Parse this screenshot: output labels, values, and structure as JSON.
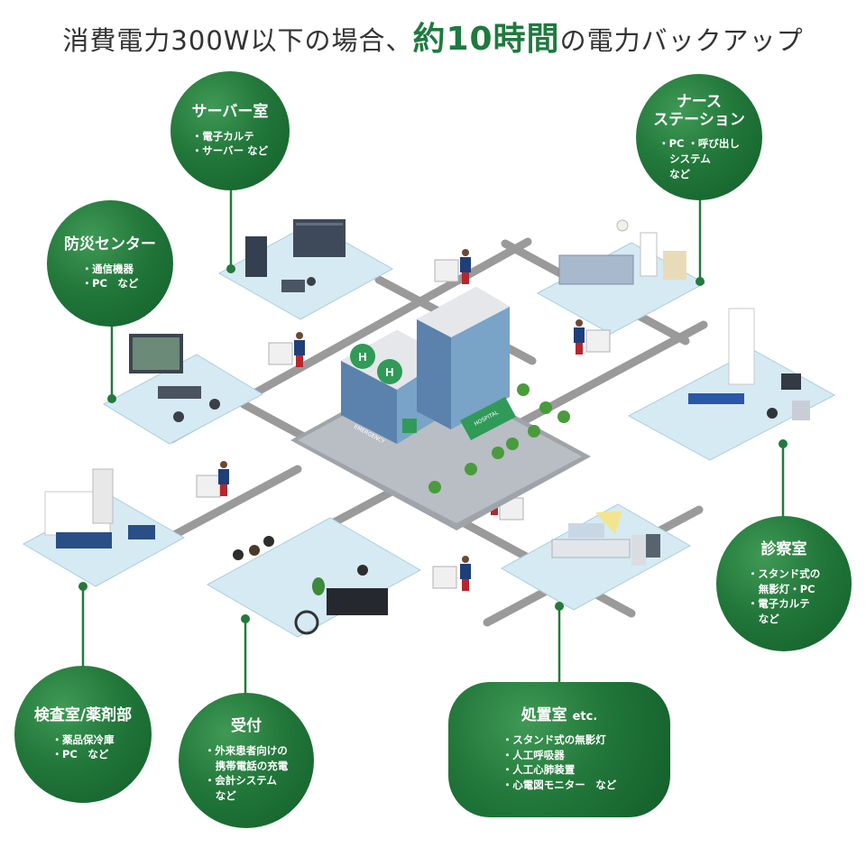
{
  "headline": {
    "prefix": "消費電力300W以下の場合、",
    "highlight": "約10時間",
    "suffix": "の電力バックアップ"
  },
  "colors": {
    "accent": "#1e7a3e",
    "platform": "#d6eaf3",
    "road": "#9a9a9a"
  },
  "hospital_signs": {
    "emergency": "EMERGENCY",
    "hospital": "HOSPITAL"
  },
  "nodes": [
    {
      "title": "サーバー室",
      "items": [
        "電子カルテ",
        "サーバー など"
      ]
    },
    {
      "title": "ナース\nステーション",
      "items": [
        "PC ・呼び出し",
        "システム",
        "など"
      ]
    },
    {
      "title": "防災センター",
      "items": [
        "通信機器",
        "PC　など"
      ]
    },
    {
      "title": "診察室",
      "items": [
        "スタンド式の",
        "無影灯・PC",
        "電子カルテ",
        "など"
      ]
    },
    {
      "title": "検査室/薬剤部",
      "items": [
        "薬品保冷庫",
        "PC　など"
      ]
    },
    {
      "title": "受付",
      "items": [
        "外来患者向けの",
        "携帯電話の充電",
        "会計システム",
        "など"
      ]
    },
    {
      "title": "処置室",
      "title_suffix": "etc.",
      "items": [
        "スタンド式の無影灯",
        "人工呼吸器",
        "人工心肺装置",
        "心電図モニター　など"
      ]
    }
  ]
}
